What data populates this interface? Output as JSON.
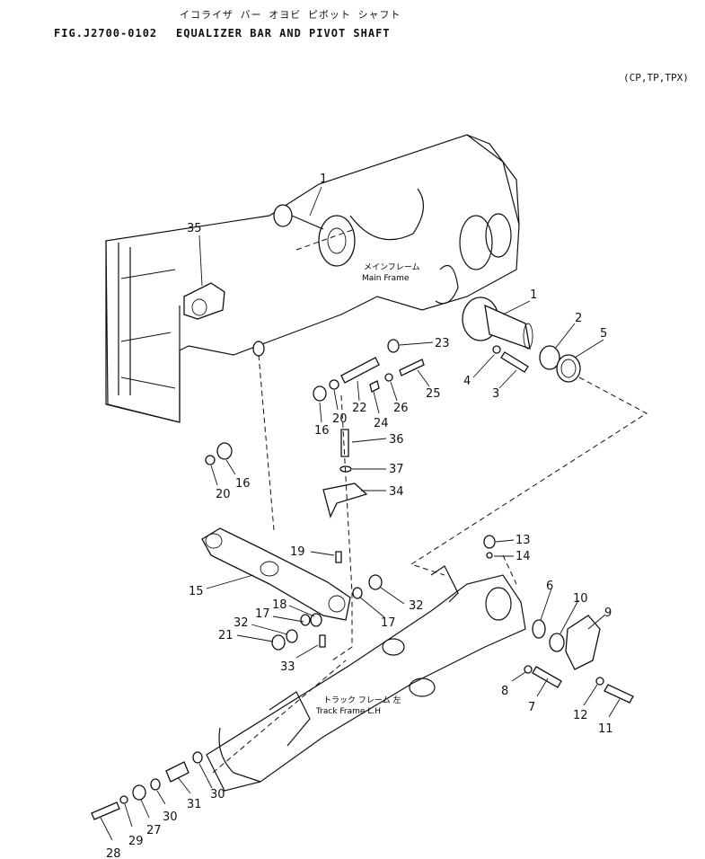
{
  "header": {
    "kana_title": "イコライザ バー オヨビ ピボット シャフト",
    "figure_number": "FIG.J2700-0102",
    "figure_title": "EQUALIZER BAR AND PIVOT SHAFT",
    "models": "(CP,TP,TPX)"
  },
  "frame_labels": {
    "main_frame_kana": "メインフレーム",
    "main_frame": "Main Frame",
    "track_frame_kana": "トラック フレーム 左",
    "track_frame": "Track Frame L.H"
  },
  "callouts": [
    "1",
    "35",
    "1",
    "2",
    "5",
    "23",
    "4",
    "3",
    "25",
    "16",
    "20",
    "22",
    "24",
    "26",
    "36",
    "20",
    "16",
    "37",
    "34",
    "13",
    "14",
    "19",
    "6",
    "10",
    "9",
    "15",
    "32",
    "17",
    "18",
    "17",
    "32",
    "21",
    "33",
    "8",
    "7",
    "12",
    "11",
    "30",
    "31",
    "30",
    "27",
    "29",
    "28"
  ]
}
